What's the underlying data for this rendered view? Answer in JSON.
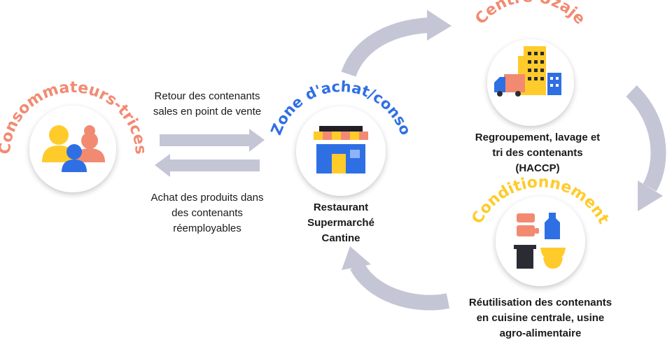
{
  "colors": {
    "salmon": "#F28A72",
    "yellow": "#FFCB2B",
    "blue": "#2F6FE4",
    "dark": "#2B2B33",
    "arrow": "#C4C6D6",
    "outline": "#ffffff"
  },
  "nodes": {
    "consumers": {
      "title": "Consommateurs-trices",
      "icon": "people-group-icon"
    },
    "purchase_zone": {
      "title": "Zone d'achat/conso",
      "icon": "storefront-icon",
      "lines": [
        "Restaurant",
        "Supermarché",
        "Cantine"
      ]
    },
    "uzaje_center": {
      "title": "Centre Uzaje",
      "icon": "truck-and-buildings-icon",
      "lines": [
        "Regroupement, lavage et",
        "tri des contenants",
        "(HACCP)"
      ]
    },
    "packaging": {
      "title": "Conditionnement",
      "icon": "containers-icon",
      "lines": [
        "Réutilisation des contenants",
        "en cuisine centrale, usine",
        "agro-alimentaire"
      ]
    }
  },
  "flows": {
    "return": [
      "Retour des contenants",
      "sales en point de vente"
    ],
    "purchase": [
      "Achat des produits dans",
      "des contenants",
      "réemployables"
    ]
  }
}
